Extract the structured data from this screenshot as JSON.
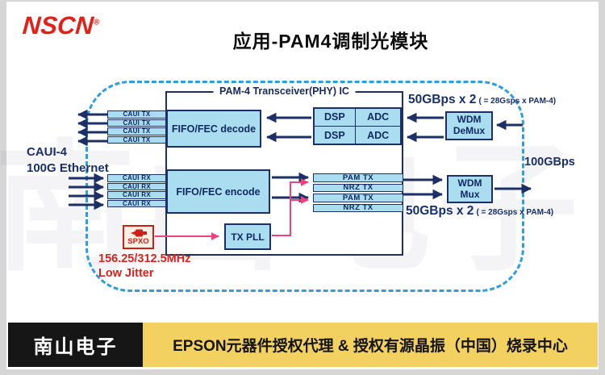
{
  "page": {
    "logo_text": "NSCN",
    "logo_reg": "®",
    "logo_color": "#e32119",
    "title": "应用-PAM4调制光模块",
    "watermark": "南山电子"
  },
  "diagram": {
    "phy_label": "PAM-4 Transceiver(PHY) IC",
    "fifo_decode": "FIFO/FEC decode",
    "fifo_encode": "FIFO/FEC encode",
    "caui_tx": [
      "CAUI TX",
      "CAUI TX",
      "CAUI TX",
      "CAUI TX"
    ],
    "caui_rx": [
      "CAUI RX",
      "CAUI RX",
      "CAUI RX",
      "CAUI RX"
    ],
    "dsp_adc_rows": [
      [
        "DSP",
        "ADC"
      ],
      [
        "DSP",
        "ADC"
      ]
    ],
    "tx_rows": [
      "PAM TX",
      "NRZ TX",
      "PAM TX",
      "NRZ TX"
    ],
    "tx_pll": "TX PLL",
    "spxo": "SPXO",
    "wdm_demux_lines": [
      "WDM",
      "DeMux"
    ],
    "wdm_mux_lines": [
      "WDM",
      "Mux"
    ],
    "labels": {
      "rate_top_main": "50GBps x 2",
      "rate_top_sub": "( = 28Gsps x PAM-4)",
      "rate_bottom_main": "50GBps x 2",
      "rate_bottom_sub": "( = 28Gsps x PAM-4)",
      "output_rate": "100GBps",
      "left_interface_line1": "CAUI-4",
      "left_interface_line2": "100G Ethernet",
      "clock_freq": "156.25/312.5MHz",
      "clock_jitter": "Low Jitter"
    },
    "colors": {
      "navy": "#1c2f66",
      "block_fill": "#abddf1",
      "dashed_border": "#2e9ee0",
      "clock_pink": "#f2407e",
      "spxo_red": "#cf1f15",
      "freq_red": "#df1f18"
    }
  },
  "footer": {
    "brand": "南山电子",
    "banner": "EPSON元器件授权代理 & 授权有源晶振（中国）烧录中心",
    "brand_bg": "#161616",
    "banner_bg": "#f2d160"
  }
}
